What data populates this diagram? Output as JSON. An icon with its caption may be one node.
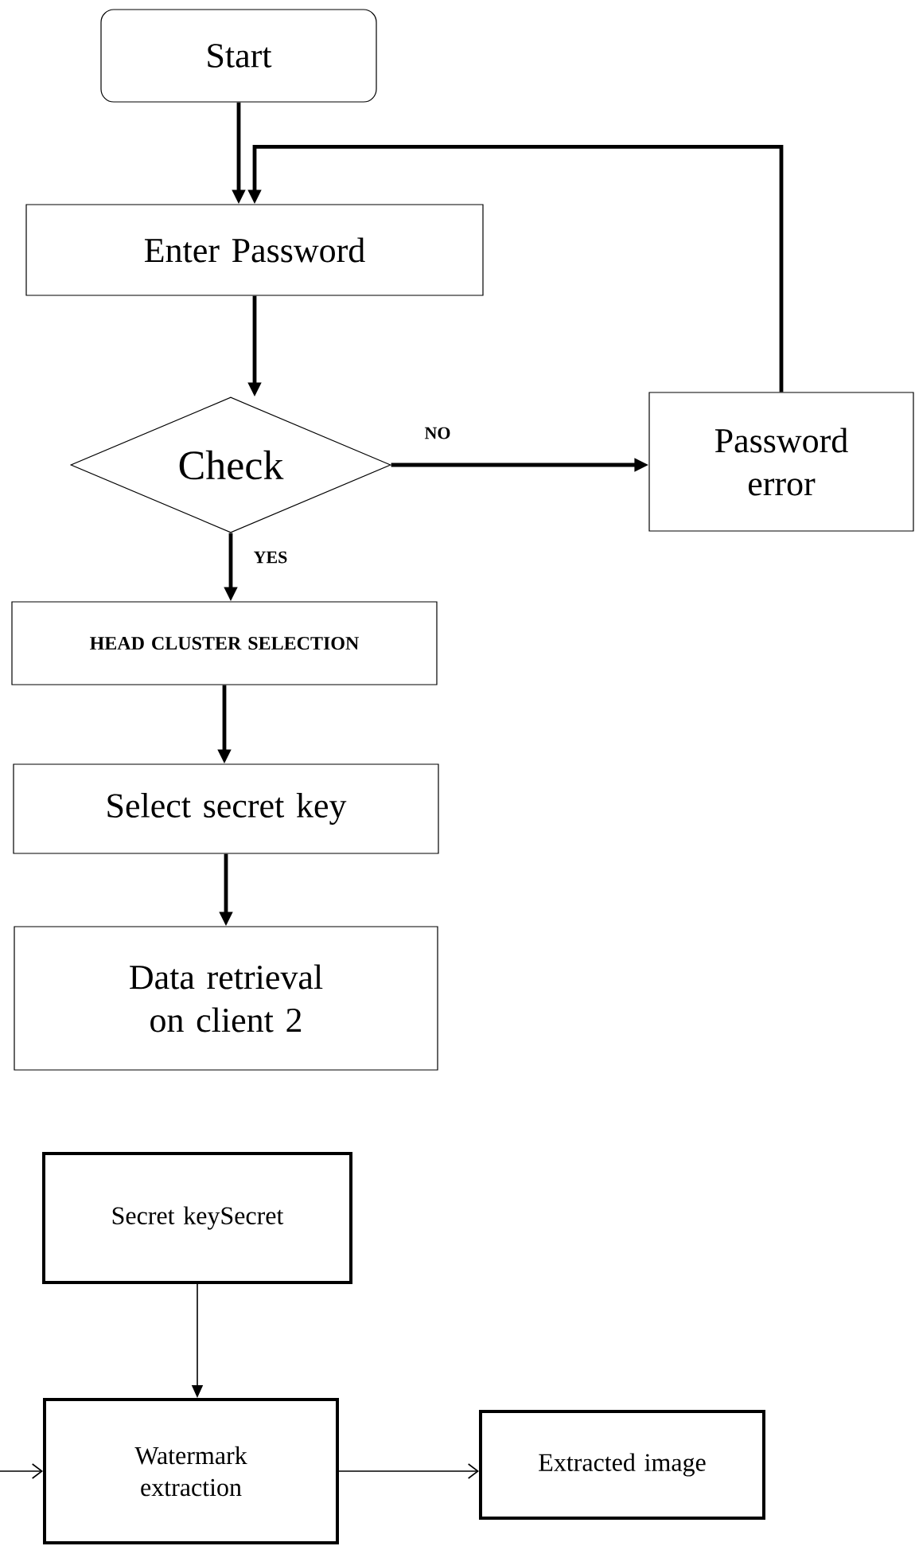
{
  "diagram": {
    "nodes": [
      {
        "text": [
          "Start"
        ]
      },
      {
        "text": [
          "Enter Password"
        ]
      },
      {
        "text": [
          "Check"
        ]
      },
      {
        "text": [
          "Password error"
        ]
      },
      {
        "text": [
          "HEAD CLUSTER SELECTION"
        ]
      },
      {
        "text": [
          "Select secret key"
        ]
      },
      {
        "text": [
          "Data retrieval on client 2"
        ]
      },
      {
        "text": [
          "Secret keySecret"
        ]
      },
      {
        "text": [
          "Watermark extraction"
        ]
      },
      {
        "text": [
          "Extracted image"
        ]
      }
    ],
    "edges": [
      {
        "from": 0,
        "to": 1,
        "arrow": "to"
      },
      {
        "from": 1,
        "to": 2,
        "arrow": "to"
      },
      {
        "from": 2,
        "to": 3,
        "arrow": "to",
        "label": "NO"
      },
      {
        "from": 3,
        "to": 1,
        "arrow": "to"
      },
      {
        "from": 2,
        "to": 4,
        "arrow": "to",
        "label": "YES"
      },
      {
        "from": 4,
        "to": 5,
        "arrow": "to"
      },
      {
        "from": 5,
        "to": 6,
        "arrow": "to"
      },
      {
        "from": 7,
        "to": 8,
        "arrow": "to"
      },
      {
        "from": null,
        "to": 8,
        "arrow": "to"
      },
      {
        "from": 8,
        "to": 9,
        "arrow": "to"
      }
    ]
  }
}
